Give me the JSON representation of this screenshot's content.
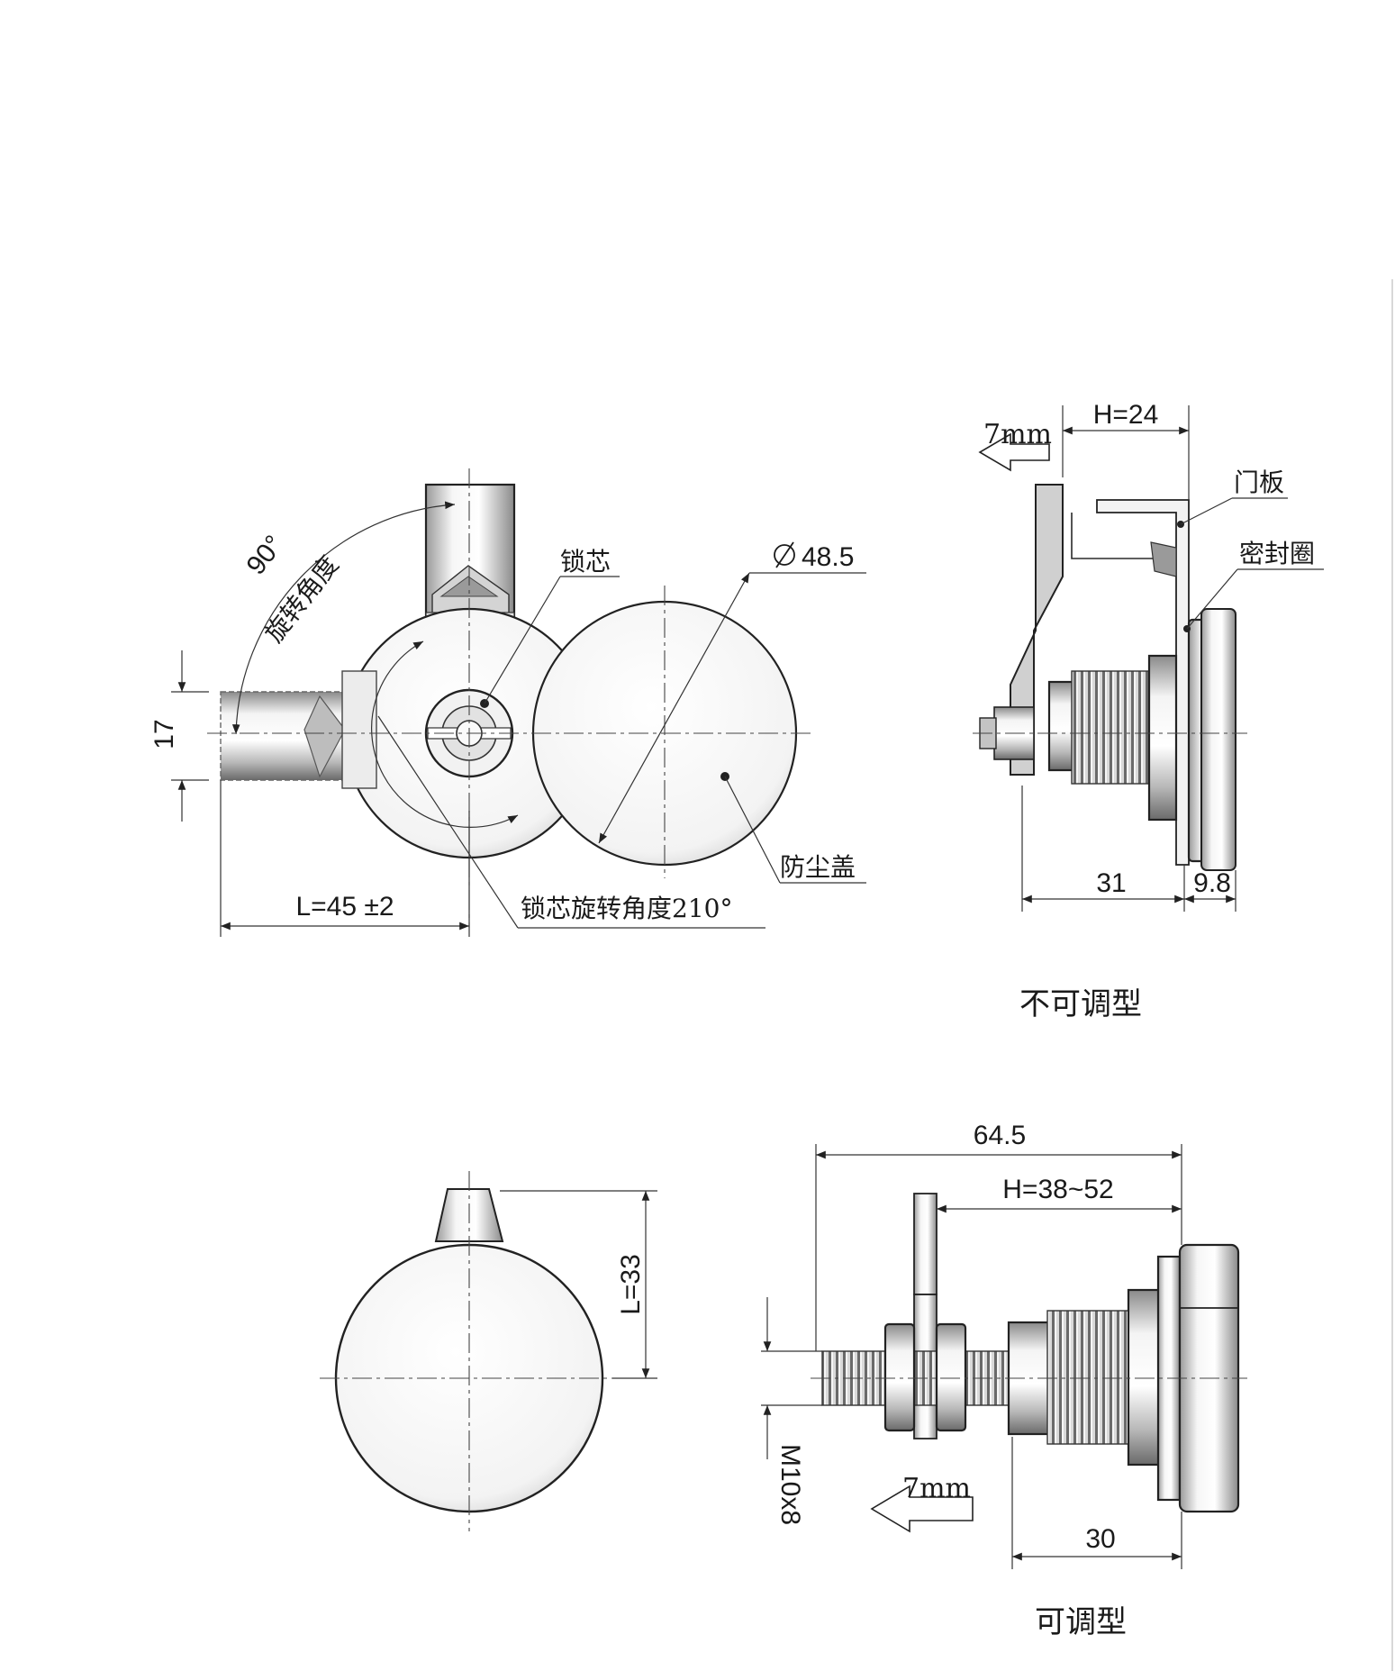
{
  "top_view": {
    "angle_90": "90°",
    "angle_label": "旋转角度",
    "lock_core": "锁芯",
    "diameter": "48.5",
    "dim_17": "17",
    "dim_L": "L=45 ±2",
    "core_angle": "锁芯旋转角度210°",
    "dust_cover": "防尘盖"
  },
  "side_fixed": {
    "push_7mm": "7mm",
    "dim_H": "H=24",
    "door_panel": "门板",
    "seal_ring": "密封圈",
    "dim_31": "31",
    "dim_9_8": "9.8",
    "caption": "不可调型"
  },
  "side_adjustable": {
    "dim_64_5": "64.5",
    "dim_H": "H=38~52",
    "dim_L33": "L=33",
    "thread": "M10x8",
    "push_7mm": "7mm",
    "dim_30": "30",
    "caption": "可调型"
  },
  "colors": {
    "metal_light": "#f2f2f2",
    "metal_mid": "#c8c8c8",
    "metal_dark": "#7a7a7a",
    "ink": "#1a1a1a"
  }
}
